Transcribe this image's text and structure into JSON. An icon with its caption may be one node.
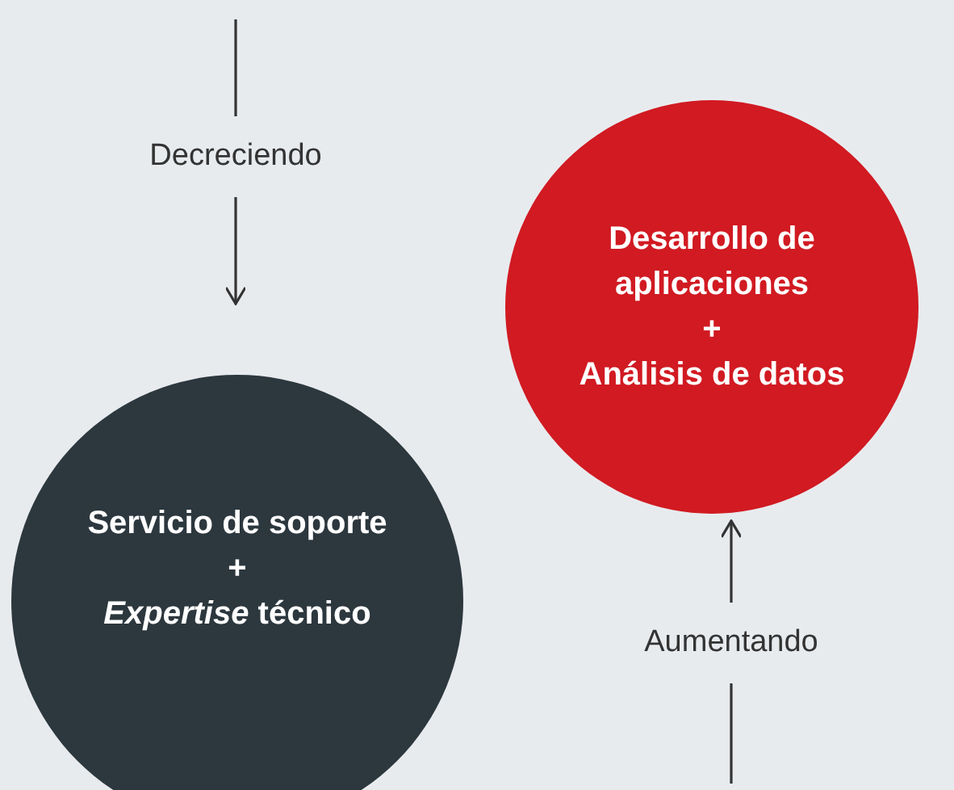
{
  "diagram": {
    "nodes": [
      {
        "text": [
          "Desarrollo de aplicaciones",
          "+",
          "Análisis de datos"
        ]
      },
      {
        "text": [
          "Servicio de soporte",
          "+",
          "*Expertise* técnico"
        ]
      }
    ],
    "edges": [
      {
        "from": null,
        "to": 1,
        "arrow": "to",
        "label": "Decreciendo"
      },
      {
        "from": null,
        "to": 0,
        "arrow": "to",
        "label": "Aumentando"
      }
    ]
  }
}
